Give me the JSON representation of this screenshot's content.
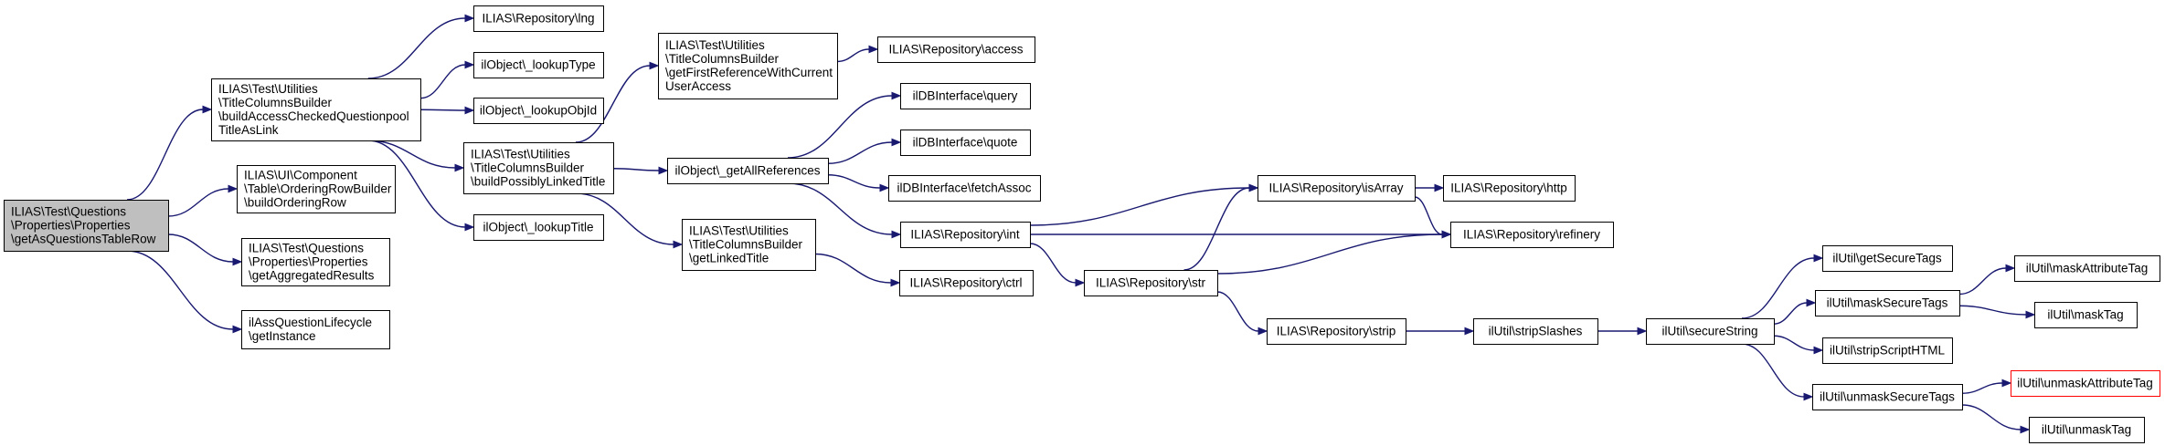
{
  "colors": {
    "edge": "#191970",
    "node_border": "#000000",
    "node_fill": "#ffffff",
    "root_fill": "#bfbfbf",
    "truncated_border": "#ff0000"
  },
  "nodes": [
    {
      "id": "root",
      "lines": [
        "ILIAS\\Test\\Questions",
        "\\Properties\\Properties",
        "\\getAsQuestionsTableRow"
      ],
      "style": "root"
    },
    {
      "id": "buildAccessChecked",
      "lines": [
        "ILIAS\\Test\\Utilities",
        "\\TitleColumnsBuilder",
        "\\buildAccessCheckedQuestionpool",
        "TitleAsLink"
      ]
    },
    {
      "id": "orderingRowBuilder",
      "lines": [
        "ILIAS\\UI\\Component",
        "\\Table\\OrderingRowBuilder",
        "\\buildOrderingRow"
      ]
    },
    {
      "id": "getAggregatedResults",
      "lines": [
        "ILIAS\\Test\\Questions",
        "\\Properties\\Properties",
        "\\getAggregatedResults"
      ]
    },
    {
      "id": "lifecycleGetInstance",
      "lines": [
        "ilAssQuestionLifecycle",
        "\\getInstance"
      ]
    },
    {
      "id": "repoLng",
      "lines": [
        "ILIAS\\Repository\\lng"
      ]
    },
    {
      "id": "lookupType",
      "lines": [
        "ilObject\\_lookupType"
      ]
    },
    {
      "id": "lookupObjId",
      "lines": [
        "ilObject\\_lookupObjId"
      ]
    },
    {
      "id": "buildPossiblyLinked",
      "lines": [
        "ILIAS\\Test\\Utilities",
        "\\TitleColumnsBuilder",
        "\\buildPossiblyLinkedTitle"
      ]
    },
    {
      "id": "lookupTitle",
      "lines": [
        "ilObject\\_lookupTitle"
      ]
    },
    {
      "id": "getFirstReference",
      "lines": [
        "ILIAS\\Test\\Utilities",
        "\\TitleColumnsBuilder",
        "\\getFirstReferenceWithCurrent",
        "UserAccess"
      ]
    },
    {
      "id": "getAllReferences",
      "lines": [
        "ilObject\\_getAllReferences"
      ]
    },
    {
      "id": "getLinkedTitle",
      "lines": [
        "ILIAS\\Test\\Utilities",
        "\\TitleColumnsBuilder",
        "\\getLinkedTitle"
      ]
    },
    {
      "id": "repoAccess",
      "lines": [
        "ILIAS\\Repository\\access"
      ]
    },
    {
      "id": "dbQuery",
      "lines": [
        "ilDBInterface\\query"
      ]
    },
    {
      "id": "dbQuote",
      "lines": [
        "ilDBInterface\\quote"
      ]
    },
    {
      "id": "dbFetchAssoc",
      "lines": [
        "ilDBInterface\\fetchAssoc"
      ]
    },
    {
      "id": "repoInt",
      "lines": [
        "ILIAS\\Repository\\int"
      ]
    },
    {
      "id": "repoCtrl",
      "lines": [
        "ILIAS\\Repository\\ctrl"
      ]
    },
    {
      "id": "repoIsArray",
      "lines": [
        "ILIAS\\Repository\\isArray"
      ]
    },
    {
      "id": "repoStr",
      "lines": [
        "ILIAS\\Repository\\str"
      ]
    },
    {
      "id": "repoStrip",
      "lines": [
        "ILIAS\\Repository\\strip"
      ]
    },
    {
      "id": "repoHttp",
      "lines": [
        "ILIAS\\Repository\\http"
      ]
    },
    {
      "id": "repoRefinery",
      "lines": [
        "ILIAS\\Repository\\refinery"
      ]
    },
    {
      "id": "stripSlashes",
      "lines": [
        "ilUtil\\stripSlashes"
      ]
    },
    {
      "id": "secureString",
      "lines": [
        "ilUtil\\secureString"
      ]
    },
    {
      "id": "getSecureTags",
      "lines": [
        "ilUtil\\getSecureTags"
      ]
    },
    {
      "id": "maskSecureTags",
      "lines": [
        "ilUtil\\maskSecureTags"
      ]
    },
    {
      "id": "stripScriptHTML",
      "lines": [
        "ilUtil\\stripScriptHTML"
      ]
    },
    {
      "id": "unmaskSecureTags",
      "lines": [
        "ilUtil\\unmaskSecureTags"
      ]
    },
    {
      "id": "maskAttributeTag",
      "lines": [
        "ilUtil\\maskAttributeTag"
      ]
    },
    {
      "id": "maskTag",
      "lines": [
        "ilUtil\\maskTag"
      ]
    },
    {
      "id": "unmaskAttributeTag",
      "lines": [
        "ilUtil\\unmaskAttributeTag"
      ],
      "style": "truncated"
    },
    {
      "id": "unmaskTag",
      "lines": [
        "ilUtil\\unmaskTag"
      ]
    }
  ],
  "edges": [
    {
      "from": "root",
      "to": "buildAccessChecked"
    },
    {
      "from": "root",
      "to": "orderingRowBuilder"
    },
    {
      "from": "root",
      "to": "getAggregatedResults"
    },
    {
      "from": "root",
      "to": "lifecycleGetInstance"
    },
    {
      "from": "buildAccessChecked",
      "to": "repoLng"
    },
    {
      "from": "buildAccessChecked",
      "to": "lookupType"
    },
    {
      "from": "buildAccessChecked",
      "to": "lookupObjId"
    },
    {
      "from": "buildAccessChecked",
      "to": "buildPossiblyLinked"
    },
    {
      "from": "buildAccessChecked",
      "to": "lookupTitle"
    },
    {
      "from": "buildPossiblyLinked",
      "to": "getFirstReference"
    },
    {
      "from": "buildPossiblyLinked",
      "to": "getAllReferences"
    },
    {
      "from": "buildPossiblyLinked",
      "to": "getLinkedTitle"
    },
    {
      "from": "getFirstReference",
      "to": "repoAccess"
    },
    {
      "from": "getAllReferences",
      "to": "dbQuery"
    },
    {
      "from": "getAllReferences",
      "to": "dbQuote"
    },
    {
      "from": "getAllReferences",
      "to": "dbFetchAssoc"
    },
    {
      "from": "getAllReferences",
      "to": "repoInt"
    },
    {
      "from": "getLinkedTitle",
      "to": "repoCtrl"
    },
    {
      "from": "repoInt",
      "to": "repoIsArray"
    },
    {
      "from": "repoInt",
      "to": "repoRefinery"
    },
    {
      "from": "repoInt",
      "to": "repoStr"
    },
    {
      "from": "repoIsArray",
      "to": "repoHttp"
    },
    {
      "from": "repoIsArray",
      "to": "repoRefinery"
    },
    {
      "from": "repoStr",
      "to": "repoIsArray"
    },
    {
      "from": "repoStr",
      "to": "repoRefinery"
    },
    {
      "from": "repoStr",
      "to": "repoStrip"
    },
    {
      "from": "repoStrip",
      "to": "stripSlashes"
    },
    {
      "from": "stripSlashes",
      "to": "secureString"
    },
    {
      "from": "secureString",
      "to": "getSecureTags"
    },
    {
      "from": "secureString",
      "to": "maskSecureTags"
    },
    {
      "from": "secureString",
      "to": "stripScriptHTML"
    },
    {
      "from": "secureString",
      "to": "unmaskSecureTags"
    },
    {
      "from": "maskSecureTags",
      "to": "maskAttributeTag"
    },
    {
      "from": "maskSecureTags",
      "to": "maskTag"
    },
    {
      "from": "unmaskSecureTags",
      "to": "unmaskAttributeTag"
    },
    {
      "from": "unmaskSecureTags",
      "to": "unmaskTag"
    }
  ]
}
